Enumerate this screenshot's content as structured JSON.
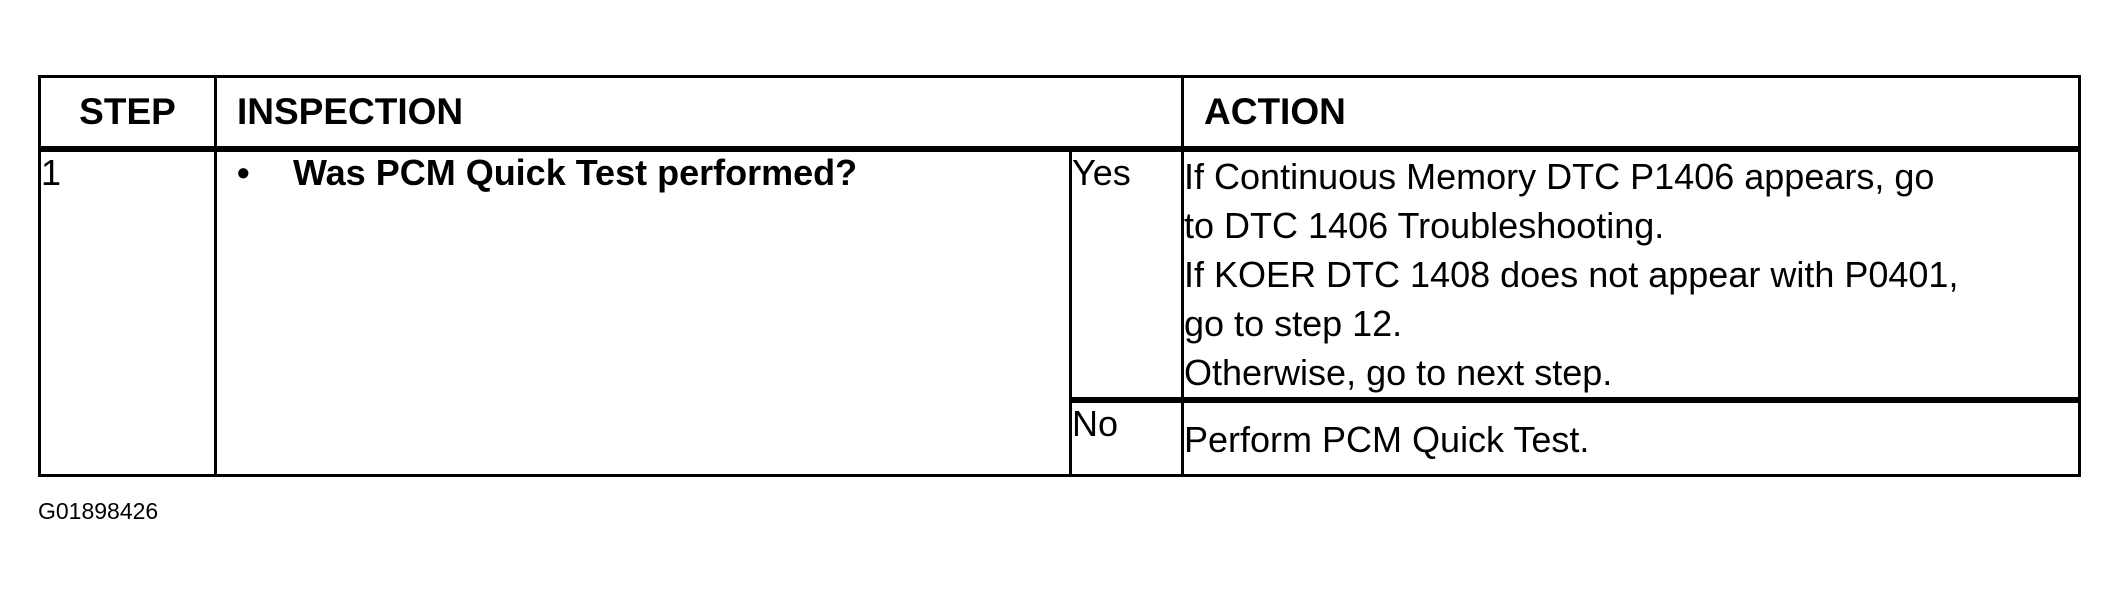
{
  "table": {
    "headers": {
      "step": "STEP",
      "inspection": "INSPECTION",
      "action": "ACTION"
    },
    "rows": [
      {
        "step": "1",
        "bullet": "•",
        "inspection": "Was PCM Quick Test performed?",
        "yes_label": "Yes",
        "yes_action": [
          "If Continuous Memory DTC P1406 appears, go",
          "to DTC 1406 Troubleshooting.",
          "If KOER DTC 1408 does not appear with P0401,",
          "go to step 12.",
          "Otherwise, go to next step."
        ],
        "no_label": "No",
        "no_action": "Perform PCM Quick Test."
      }
    ]
  },
  "figure_id": "G01898426"
}
